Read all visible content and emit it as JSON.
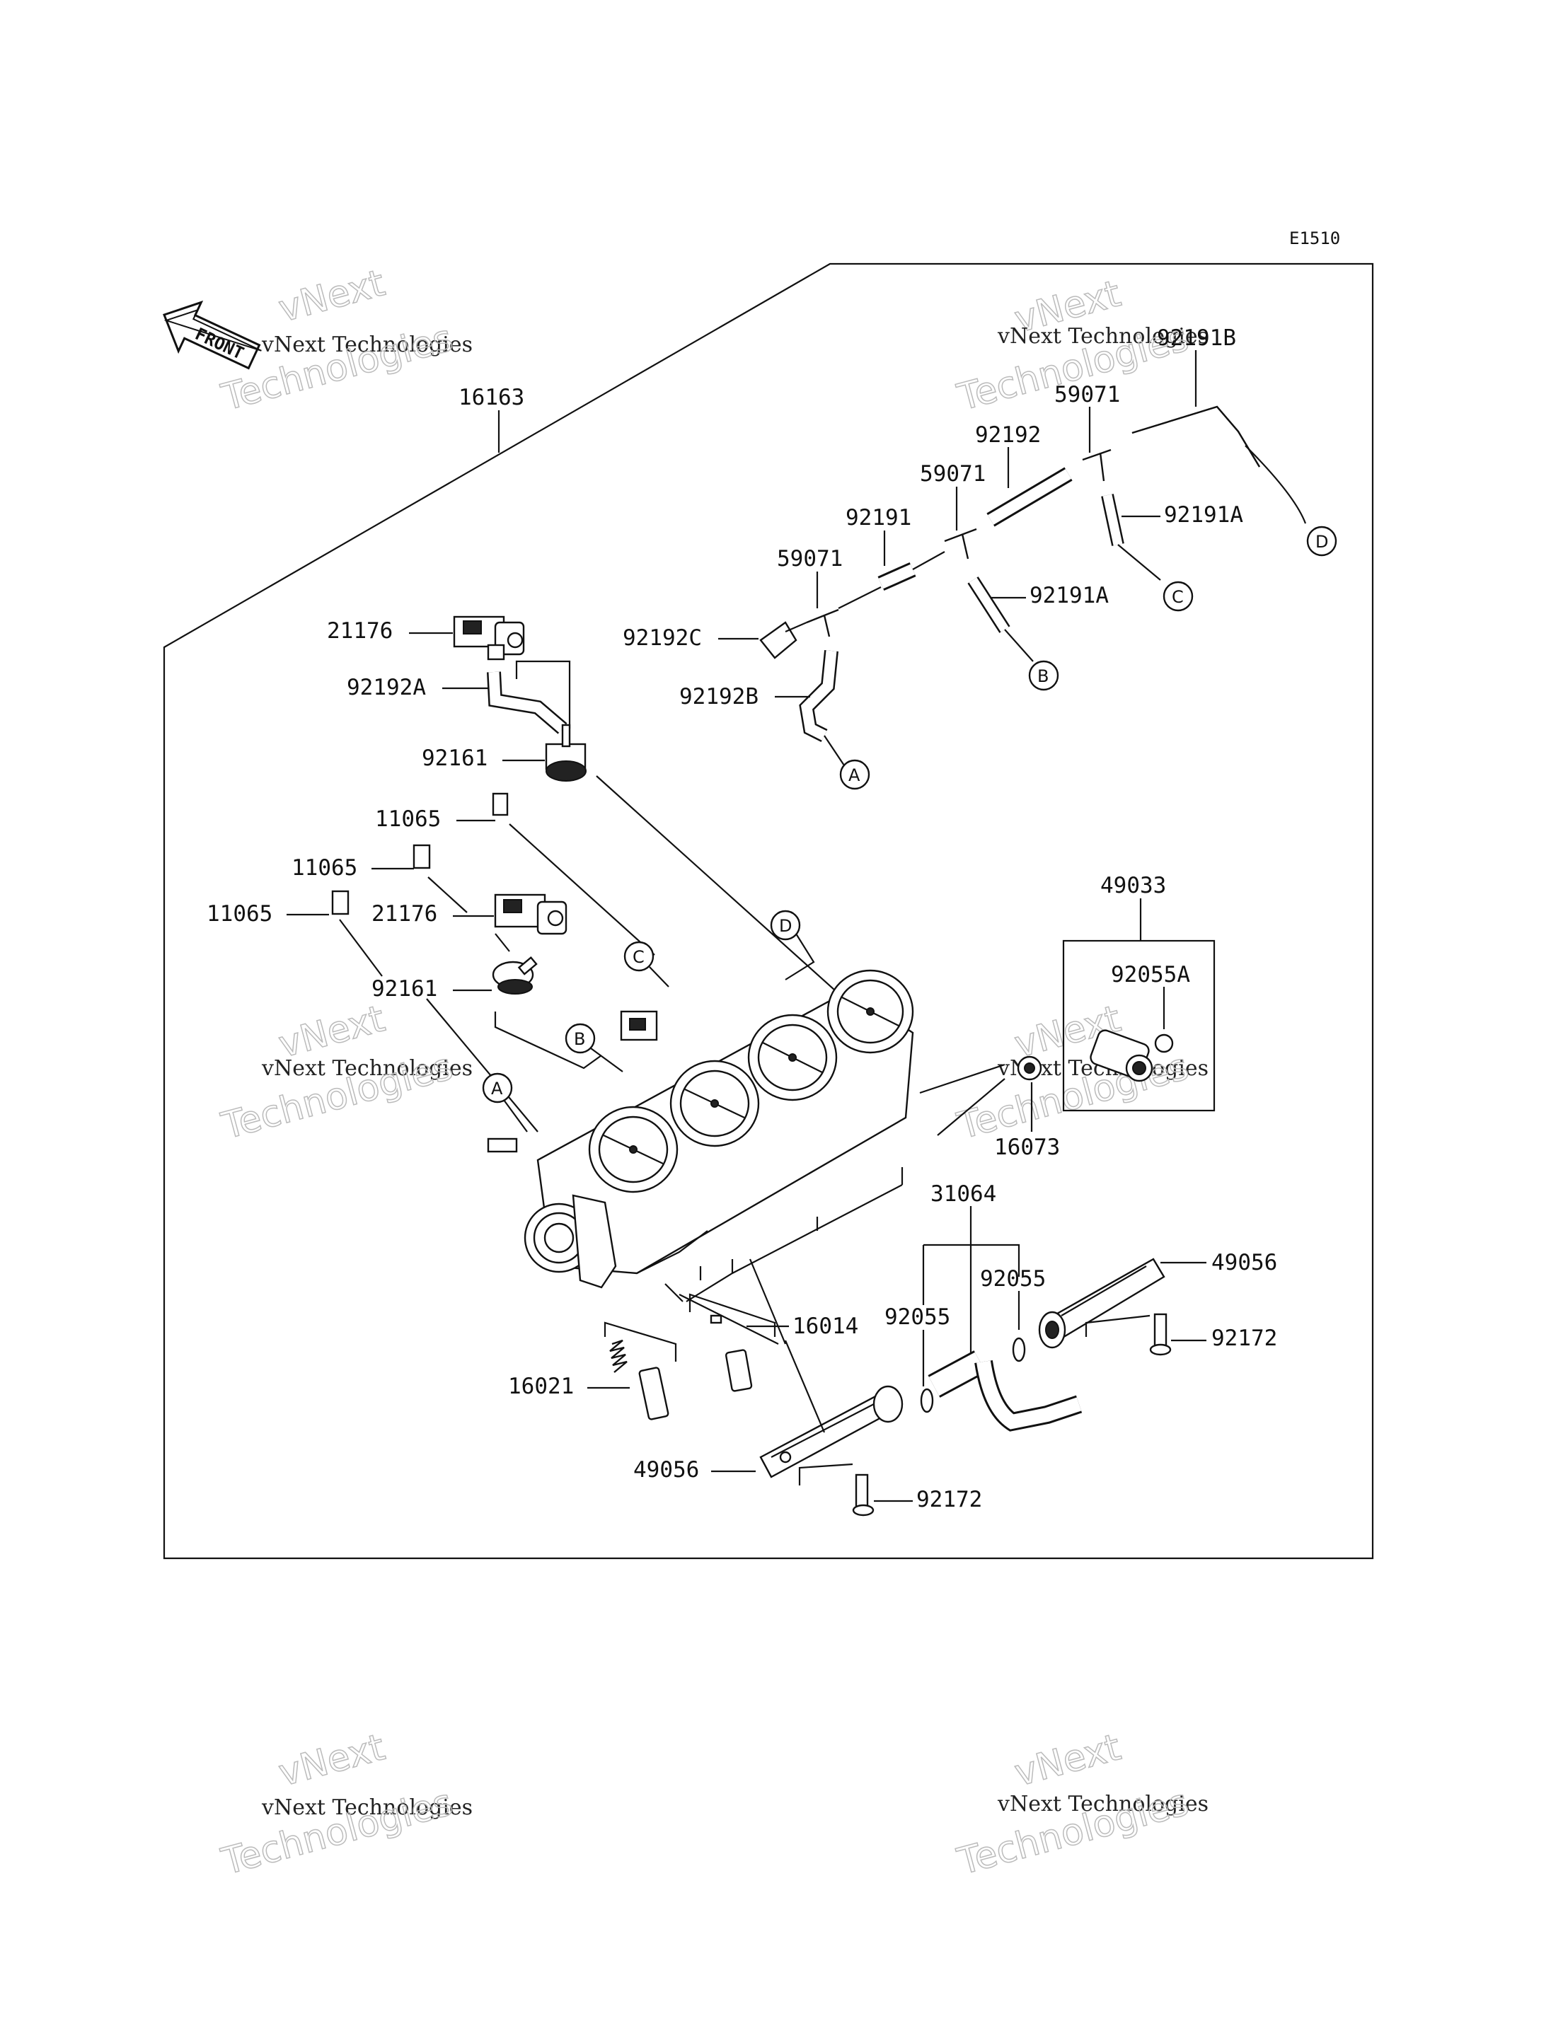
{
  "diagram_code": "E1510",
  "front_marker": "FRONT",
  "watermark": {
    "line1": "vNext",
    "line2": "vNext Technologies",
    "line3": "Technologies"
  },
  "parts": {
    "p16163": "16163",
    "p92191B": "92191B",
    "p59071_top": "59071",
    "p92192": "92192",
    "p59071_mid": "59071",
    "p92191": "92191",
    "p92191A_right": "92191A",
    "p59071_left": "59071",
    "p92191A_mid": "92191A",
    "p92192C": "92192C",
    "p21176_top": "21176",
    "p92192A": "92192A",
    "p92192B": "92192B",
    "p92161_top": "92161",
    "p11065_a": "11065",
    "p11065_b": "11065",
    "p11065_c": "11065",
    "p21176_mid": "21176",
    "p92161_mid": "92161",
    "p49033": "49033",
    "p92055A": "92055A",
    "p16073": "16073",
    "p31064": "31064",
    "p92055_right": "92055",
    "p92055_left": "92055",
    "p49056_right": "49056",
    "p92172_right": "92172",
    "p16014": "16014",
    "p16021": "16021",
    "p49056_left": "49056",
    "p92172_left": "92172"
  },
  "callouts": {
    "A": "A",
    "B": "B",
    "C": "C",
    "D": "D"
  }
}
